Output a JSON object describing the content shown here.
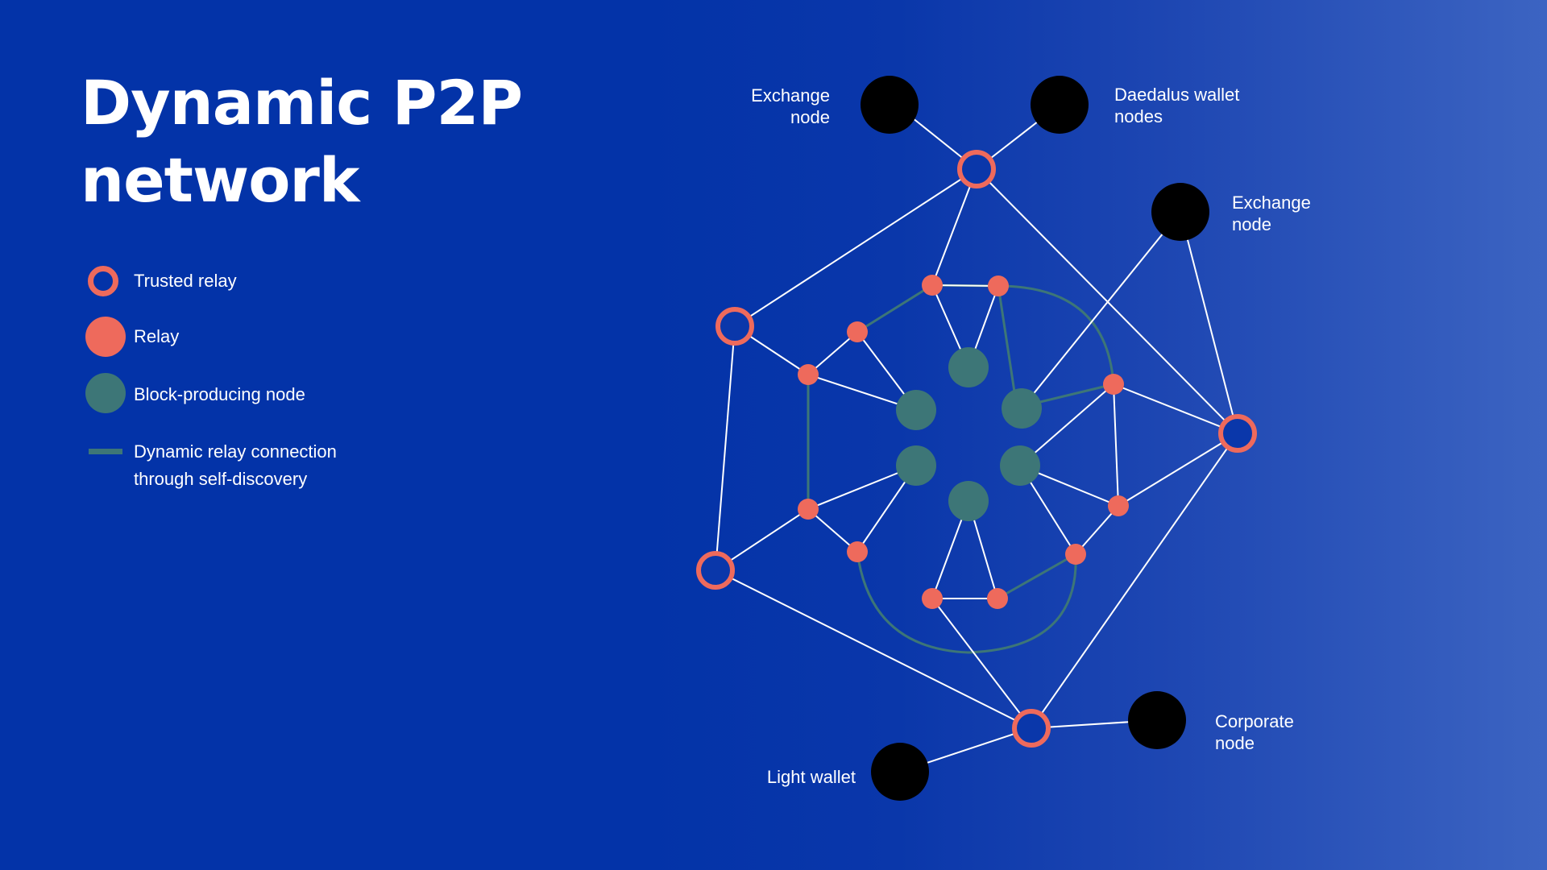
{
  "title": "Dynamic P2P network",
  "legend": {
    "trusted_relay": "Trusted relay",
    "relay": "Relay",
    "block_producing": "Block-producing node",
    "dynamic_connection_line1": "Dynamic relay connection",
    "dynamic_connection_line2": "through self-discovery"
  },
  "labels": {
    "exchange_node_top": "Exchange\nnode",
    "daedalus": "Daedalus wallet\nnodes",
    "exchange_node_right": "Exchange\nnode",
    "corporate": "Corporate\nnode",
    "light_wallet": "Light wallet"
  },
  "colors": {
    "background": "#0333a8",
    "relay": "#ee6a5c",
    "block_producing": "#3d7677",
    "external_node": "#000000",
    "link": "#ffffff"
  }
}
